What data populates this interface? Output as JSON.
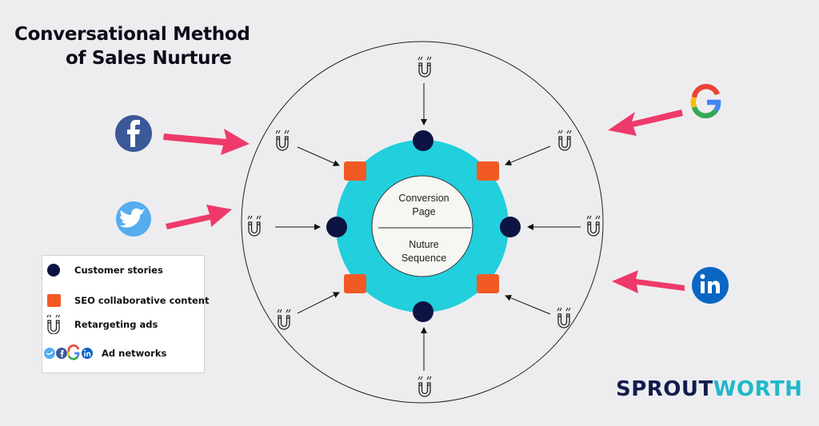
{
  "title": {
    "line1": "Conversational Method",
    "line2": "of Sales Nurture"
  },
  "center": {
    "top_line1": "Conversion",
    "top_line2": "Page",
    "bottom_line1": "Nuture",
    "bottom_line2": "Sequence"
  },
  "legend": {
    "customer_stories": "Customer stories",
    "seo_content": "SEO collaborative content",
    "retargeting_ads": "Retargeting ads",
    "ad_networks": "Ad networks"
  },
  "brand": {
    "part1": "SPROUT",
    "part2": "WORTH"
  },
  "colors": {
    "ring": "#22cfdc",
    "navy_dot": "#0d1342",
    "orange_square": "#f25a24",
    "pink_arrow": "#ee3a6a",
    "facebook": "#3b5998",
    "twitter": "#55acee",
    "linkedin": "#0a66c2"
  },
  "icons": [
    "facebook-icon",
    "twitter-icon",
    "google-icon",
    "linkedin-icon",
    "magnet-icon"
  ]
}
